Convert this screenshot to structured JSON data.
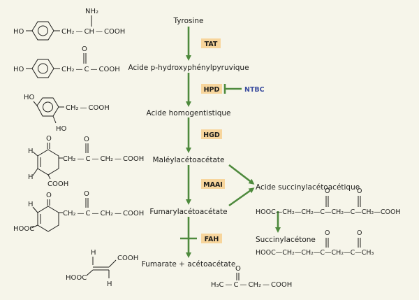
{
  "colors": {
    "background": "#f6f5ea",
    "arrow_green": "#4e8a3d",
    "enzyme_box": "#f7d59c",
    "ntbc_blue": "#3a4c9e",
    "text": "#1d1d1b"
  },
  "metabolites": {
    "tyrosine": "Tyrosine",
    "hpp": "Acide p-hydroxyphénylpyruvique",
    "homogentisic": "Acide homogentistique",
    "maleylacetoacetate": "Maléylacétoacétate",
    "fumarylacetoacetate": "Fumarylacétoacétate",
    "fumarate_acetoacetate": "Fumarate + acétoacétate",
    "succinylacetoacetic": "Acide succinylacétoacétique",
    "succinylacetone": "Succinylacétone"
  },
  "enzymes": {
    "tat": "TAT",
    "hpd": "HPD",
    "hgd": "HGD",
    "maai": "MAAI",
    "fah": "FAH"
  },
  "inhibitor": "NTBC",
  "formulas": {
    "nh2": "NH₂",
    "ho": "HO",
    "ch2_ch_cooh": "CH₂ — CH — COOH",
    "ch2_c_cooh": "CH₂ — C — COOH",
    "ch2_cooh": "CH₂ — COOH",
    "o": "O",
    "h": "H",
    "cooh": "COOH",
    "hooc": "HOOC",
    "chain_ch2_c_ch2_cooh": "CH₂ — C — CH₂ — COOH",
    "succinylacetoacetic_formula": "HOOC—CH₂—CH₂—C—CH₂—C—CH₂—COOH",
    "succinylacetone_formula": "HOOC—CH₂—CH₂—C—CH₂—C—CH₃",
    "acetoacetate_formula": "H₃C — C — CH₂ — COOH"
  }
}
